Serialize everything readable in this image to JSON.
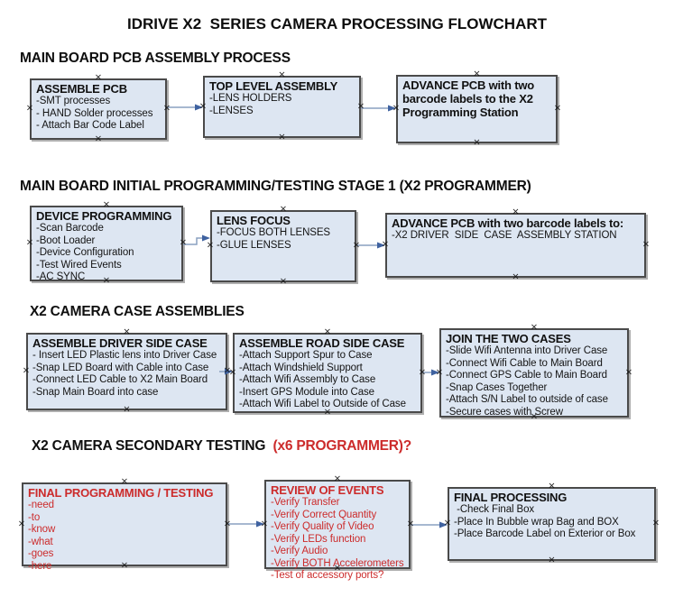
{
  "title": "IDRIVE X2  SERIES CAMERA PROCESSING FLOWCHART",
  "colors": {
    "box_fill": "#dde6f2",
    "box_border": "#4a4a4a",
    "connector_line": "#8aa0c0",
    "connector_arrow": "#3f62a0",
    "alert_red": "#cc2b2b"
  },
  "sections": [
    {
      "heading": "MAIN BOARD PCB ASSEMBLY PROCESS",
      "boxes": [
        {
          "title": "ASSEMBLE PCB",
          "items": [
            "-SMT processes",
            "- HAND Solder processes",
            "- Attach Bar Code Label"
          ]
        },
        {
          "title": "TOP LEVEL ASSEMBLY",
          "items": [
            "-LENS HOLDERS",
            "-LENSES"
          ]
        },
        {
          "title": "ADVANCE PCB with two barcode labels to the X2 Programming Station",
          "items": []
        }
      ]
    },
    {
      "heading": "MAIN BOARD INITIAL PROGRAMMING/TESTING STAGE 1 (X2 PROGRAMMER)",
      "boxes": [
        {
          "title": "DEVICE PROGRAMMING",
          "items": [
            "-Scan Barcode",
            "-Boot Loader",
            "-Device Configuration",
            "-Test Wired Events",
            "-AC SYNC"
          ]
        },
        {
          "title": "LENS FOCUS",
          "items": [
            "-FOCUS BOTH LENSES",
            "-GLUE LENSES"
          ]
        },
        {
          "title": "ADVANCE PCB with two barcode labels to:",
          "items": [
            "-X2 DRIVER  SIDE  CASE  ASSEMBLY STATION"
          ]
        }
      ]
    },
    {
      "heading": "X2 CAMERA CASE ASSEMBLIES",
      "boxes": [
        {
          "title": "ASSEMBLE DRIVER SIDE CASE",
          "items": [
            "- Insert LED Plastic lens into Driver Case",
            "-Snap LED Board with Cable into Case",
            "-Connect LED Cable to X2 Main Board",
            "-Snap Main Board into case"
          ]
        },
        {
          "title": "ASSEMBLE ROAD SIDE CASE",
          "items": [
            "-Attach Support Spur to Case",
            "-Attach Windshield Support",
            "-Attach Wifi Assembly to Case",
            "-Insert GPS Module into Case",
            "-Attach Wifi Label to Outside of Case"
          ]
        },
        {
          "title": "JOIN THE TWO CASES",
          "items": [
            "-Slide Wifi Antenna into Driver Case",
            "-Connect Wifi Cable to Main Board",
            "-Connect GPS Cable to Main Board",
            "-Snap Cases Together",
            "-Attach S/N Label to outside of case",
            "-Secure cases with Screw"
          ]
        }
      ]
    },
    {
      "heading": "X2 CAMERA SECONDARY TESTING  ",
      "heading_red": "(x6 PROGRAMMER)?",
      "boxes": [
        {
          "title": "FINAL PROGRAMMING / TESTING",
          "items": [
            "-need",
            "-to",
            "-know",
            "-what",
            "-goes",
            "-here"
          ]
        },
        {
          "title": "REVIEW OF EVENTS",
          "items": [
            "-Verify Transfer",
            "-Verify Correct Quantity",
            "-Verify Quality of Video",
            "-Verify LEDs function",
            "-Verify Audio",
            "-Verify BOTH Accelerometers",
            "-Test of accessory ports?"
          ]
        },
        {
          "title": "FINAL PROCESSING",
          "items": [
            " -Check Final Box",
            "-Place In Bubble wrap Bag and BOX",
            "-Place Barcode Label on Exterior or Box"
          ]
        }
      ]
    }
  ]
}
